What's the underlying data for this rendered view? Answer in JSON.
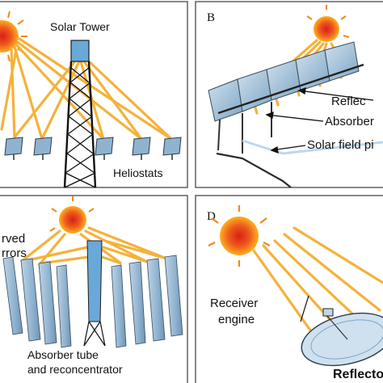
{
  "panels": {
    "a": {
      "letter": "",
      "tower_label": "Solar Tower",
      "heliostats_label": "Heliostats"
    },
    "b": {
      "letter": "B",
      "reflector_label": "Reflec",
      "absorber_label": "Absorber",
      "pipe_label": "Solar field pi"
    },
    "c": {
      "letter": "",
      "mirror_label_1": "rved",
      "mirror_label_2": "rrors",
      "absorber_label_1": "Absorber tube",
      "absorber_label_2": "and reconcentrator"
    },
    "d": {
      "letter": "D",
      "reflector_label": "Reflecto",
      "receiver_label_1": "Receiver",
      "receiver_label_2": "engine"
    }
  },
  "colors": {
    "ray": "#f4b23a",
    "sun_core": "#e8321f",
    "sun_glow": "#ffb020",
    "mirror": "#9fc0d8",
    "tower_head": "#6aa8d8",
    "panel_border": "#555555"
  },
  "icons": [
    "sun-icon",
    "solar-tower-icon",
    "heliostat-icon",
    "parabolic-trough-icon",
    "linear-fresnel-icon",
    "dish-stirling-icon"
  ]
}
